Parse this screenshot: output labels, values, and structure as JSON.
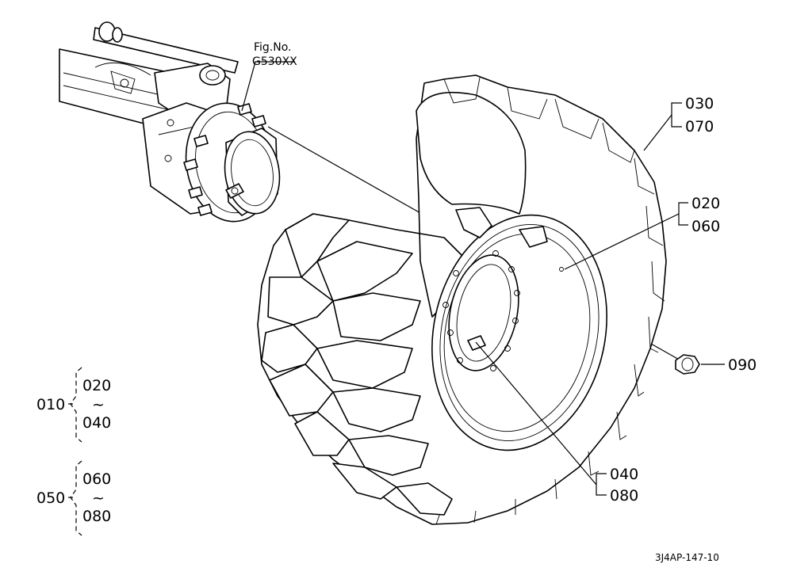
{
  "figure": {
    "fig_no_label": "Fig.No.",
    "fig_no_value": "G530XX",
    "drawing_code": "3J4AP-147-10"
  },
  "callouts": {
    "c030": "030",
    "c070": "070",
    "c020": "020",
    "c060": "060",
    "c090": "090",
    "c040": "040",
    "c080": "080"
  },
  "groups": [
    {
      "id": "010",
      "from": "020",
      "tilde": "~",
      "to": "040"
    },
    {
      "id": "050",
      "from": "060",
      "tilde": "~",
      "to": "080"
    }
  ]
}
